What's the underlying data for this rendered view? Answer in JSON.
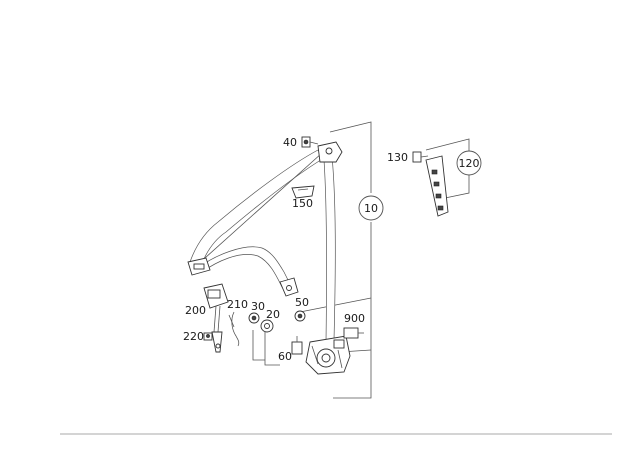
{
  "diagram": {
    "parts": [
      {
        "id": "p40",
        "label": "40"
      },
      {
        "id": "p130",
        "label": "130"
      },
      {
        "id": "p120",
        "label": "120"
      },
      {
        "id": "p150",
        "label": "150"
      },
      {
        "id": "p10",
        "label": "10"
      },
      {
        "id": "p200",
        "label": "200"
      },
      {
        "id": "p210",
        "label": "210"
      },
      {
        "id": "p30",
        "label": "30"
      },
      {
        "id": "p20",
        "label": "20"
      },
      {
        "id": "p50",
        "label": "50"
      },
      {
        "id": "p900",
        "label": "900"
      },
      {
        "id": "p220",
        "label": "220"
      },
      {
        "id": "p60",
        "label": "60"
      }
    ],
    "colors": {
      "line": "#555555",
      "text": "#1a1a1a",
      "footer_rule": "#aaaaaa"
    }
  }
}
